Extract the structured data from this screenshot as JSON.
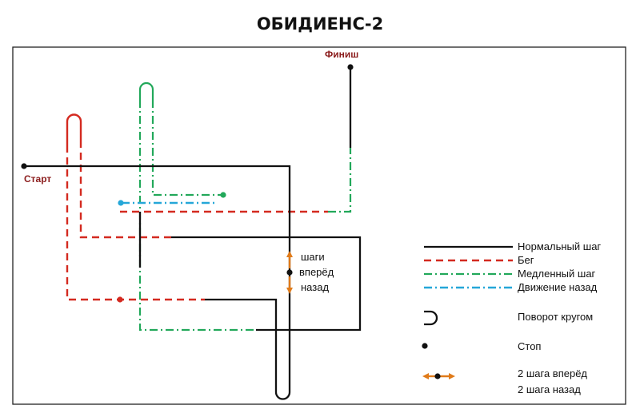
{
  "title": "ОБИДИЕНС-2",
  "colors": {
    "normal": "#111111",
    "run": "#d42a20",
    "slow": "#22a85a",
    "back": "#25a7d8",
    "steps": "#e07b1a",
    "label_red": "#8b1c1c"
  },
  "diagram": {
    "start_label": "Старт",
    "finish_label": "Финиш",
    "steps_annotation": [
      "шаги",
      "вперёд",
      "назад"
    ]
  },
  "legend": {
    "normal": "Нормальный шаг",
    "run": "Бег",
    "slow": "Медленный шаг",
    "back": "Движение назад",
    "turn": "Поворот кругом",
    "stop": "Стоп",
    "steps_line1": "2 шага вперёд",
    "steps_line2": "2 шага назад"
  }
}
